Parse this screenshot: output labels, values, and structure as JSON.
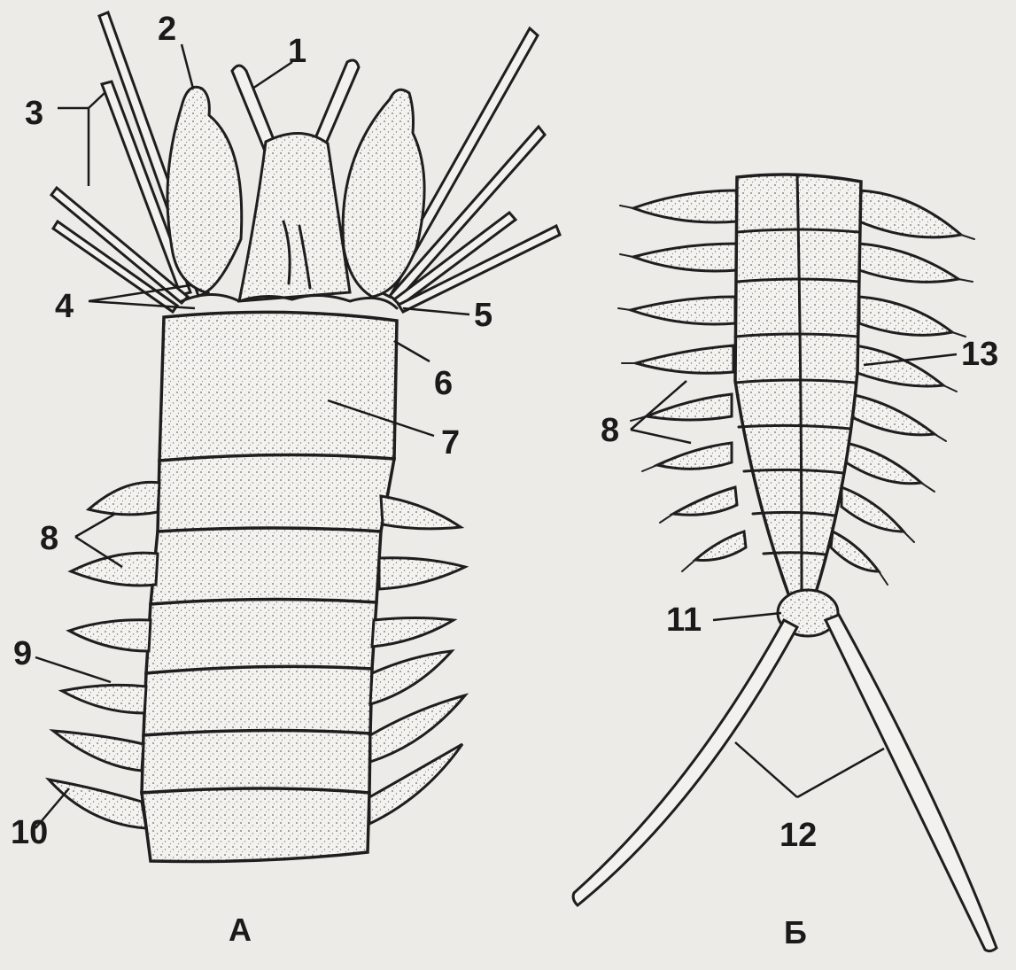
{
  "figure_a": {
    "caption": "А",
    "labels": [
      "1",
      "2",
      "3",
      "4",
      "5",
      "6",
      "7",
      "8",
      "9",
      "10"
    ]
  },
  "figure_b": {
    "caption": "Б",
    "labels": [
      "8",
      "11",
      "12",
      "13"
    ]
  },
  "colors": {
    "background": "#ecebe8",
    "ink": "#1e1e1e"
  }
}
